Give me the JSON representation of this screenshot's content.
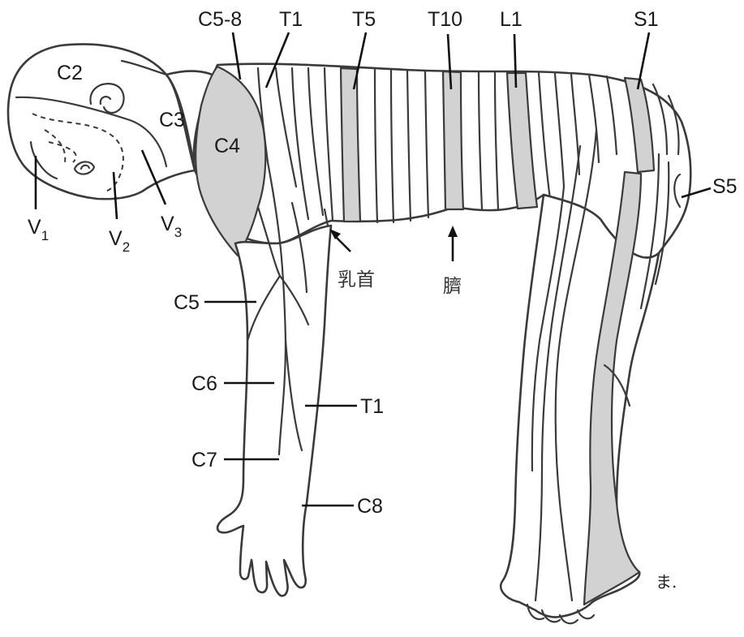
{
  "figure": {
    "labels": {
      "c2": "C2",
      "c3": "C3",
      "c4": "C4",
      "c5_8": "C5-8",
      "t1_top": "T1",
      "t5": "T5",
      "t10": "T10",
      "l1": "L1",
      "s1": "S1",
      "s5": "S5",
      "v1": "V",
      "v1_sub": "1",
      "v2": "V",
      "v2_sub": "2",
      "v3": "V",
      "v3_sub": "3",
      "c5": "C5",
      "c6": "C6",
      "c7": "C7",
      "c8": "C8",
      "t1_arm": "T1",
      "nipple": "乳首",
      "navel": "臍"
    },
    "signature": "ま.",
    "colors": {
      "band_fill": "#d2d2d2",
      "outline": "#3a3a3a",
      "background": "#ffffff"
    }
  }
}
